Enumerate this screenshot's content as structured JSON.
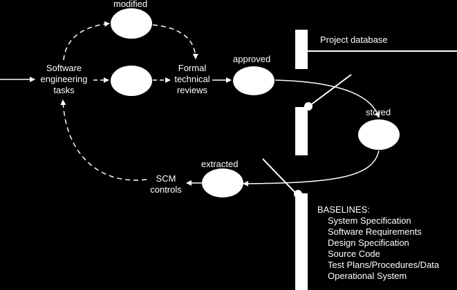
{
  "nodes": {
    "software_engineering_tasks": [
      "Software",
      "engineering",
      "tasks"
    ],
    "formal_technical_reviews": [
      "Formal",
      "technical",
      "reviews"
    ],
    "scm_controls": [
      "SCM",
      "controls"
    ]
  },
  "labels": {
    "modified": "modified",
    "approved": "approved",
    "stored": "stored",
    "extracted": "extracted"
  },
  "project_database": {
    "title": "Project database"
  },
  "baselines": {
    "title": "BASELINES:",
    "items": [
      "System Specification",
      "Software Requirements",
      "Design Specification",
      "Source Code",
      "Test Plans/Procedures/Data",
      "Operational System"
    ]
  }
}
